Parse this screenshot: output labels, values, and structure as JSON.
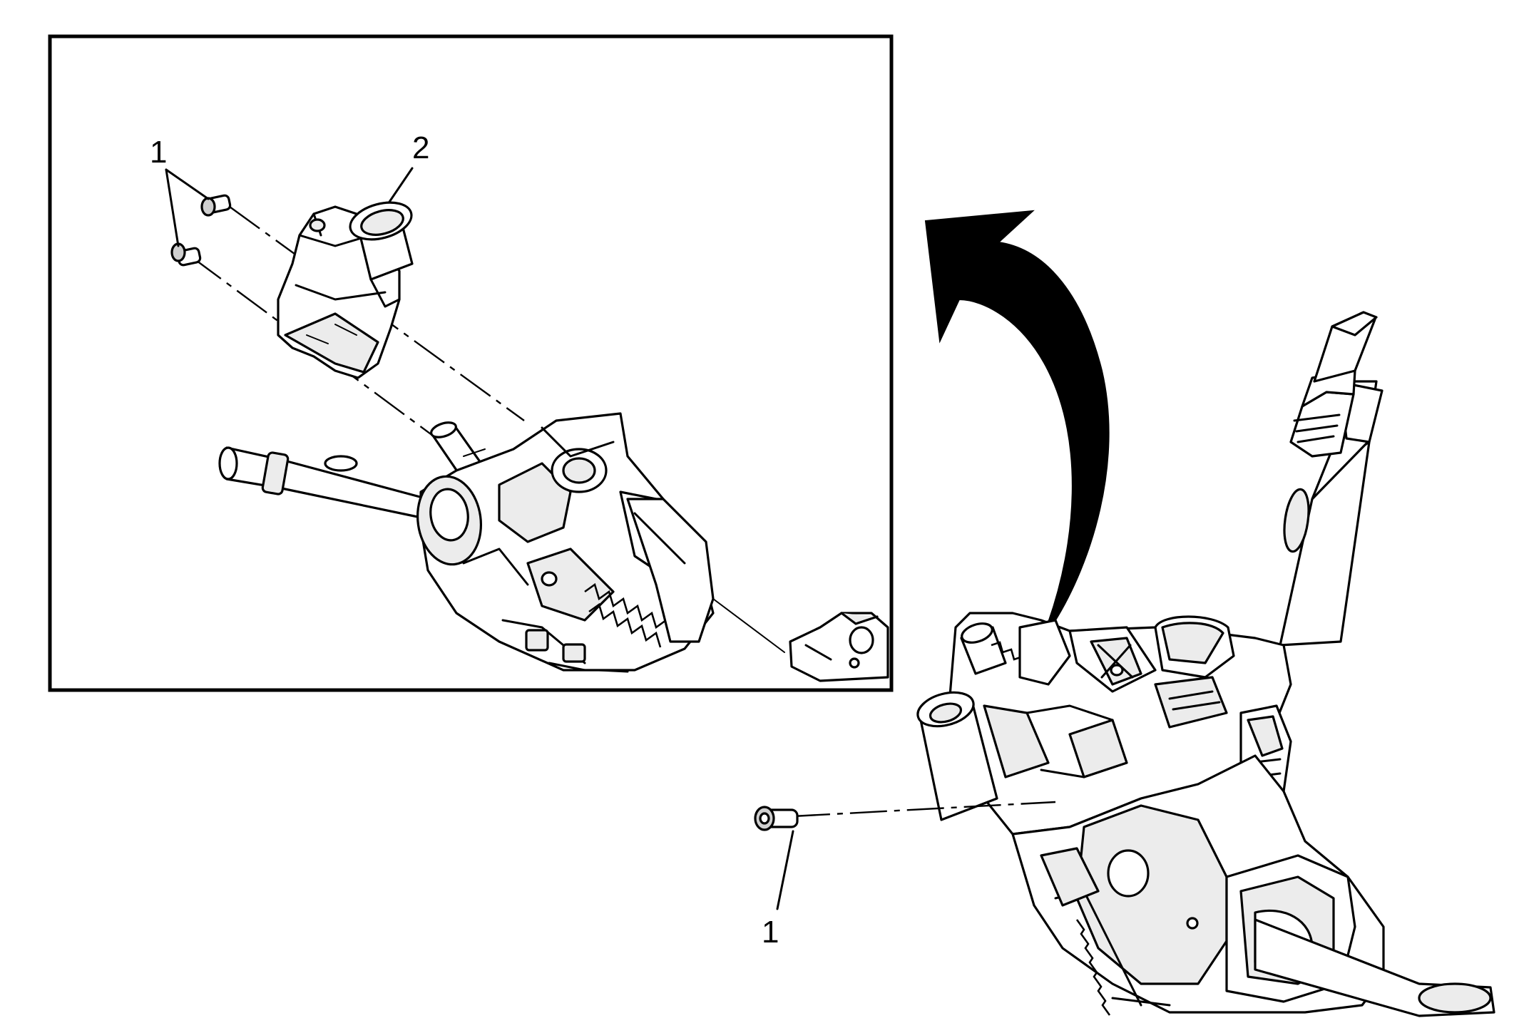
{
  "figure": {
    "inset_callouts": {
      "fasteners": "1",
      "component": "2"
    },
    "main_callouts": {
      "fastener": "1"
    },
    "arrow_direction": "up-left"
  }
}
